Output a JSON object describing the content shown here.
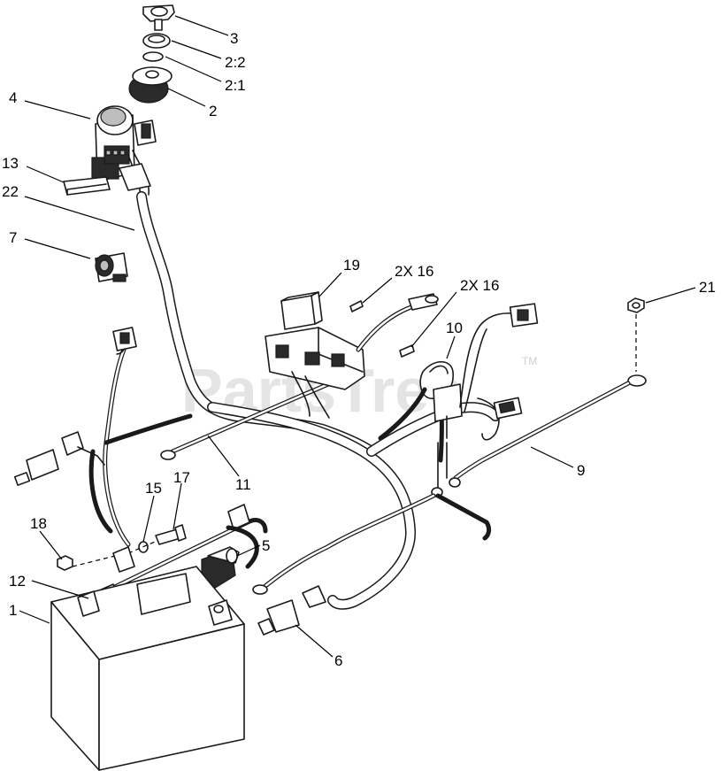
{
  "watermark": {
    "text": "PartsTree",
    "tm": "TM"
  },
  "callouts": {
    "c3": "3",
    "c2_2": "2:2",
    "c2_1": "2:1",
    "c2": "2",
    "c4": "4",
    "c13": "13",
    "c22": "22",
    "c7": "7",
    "c19": "19",
    "c2x16a": "2X 16",
    "c2x16b": "2X 16",
    "c21": "21",
    "c10": "10",
    "c9": "9",
    "c11": "11",
    "c15": "15",
    "c17": "17",
    "c18": "18",
    "c5": "5",
    "c12": "12",
    "c1": "1",
    "c6": "6"
  }
}
